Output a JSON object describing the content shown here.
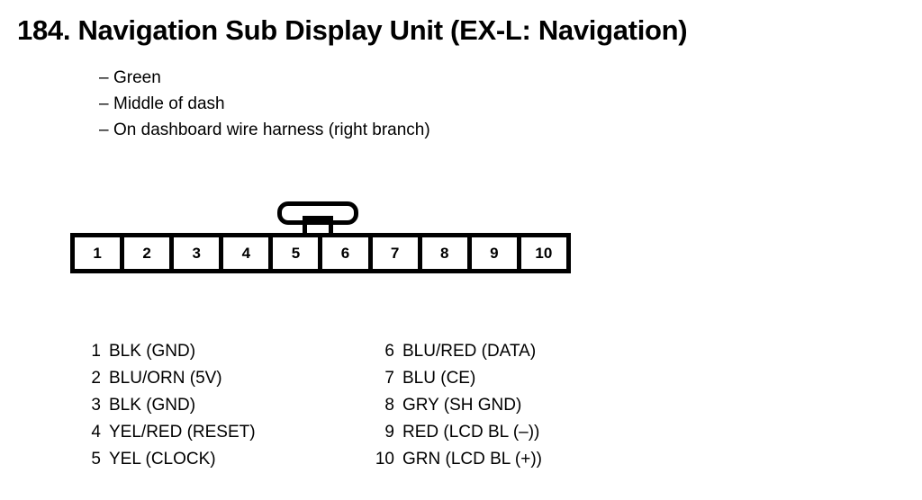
{
  "document": {
    "title": "184. Navigation Sub Display Unit (EX-L: Navigation)",
    "background_color": "#ffffff",
    "ink_color": "#000000"
  },
  "notes": {
    "bullet_marker": "–",
    "items": [
      {
        "text": "Green"
      },
      {
        "text": "Middle of dash"
      },
      {
        "text": "On dashboard wire harness (right branch)"
      }
    ]
  },
  "connector": {
    "type": "10-pin inline connector",
    "lock_tab": "locking-tab",
    "pin_count": 10,
    "pins": [
      {
        "number": "1"
      },
      {
        "number": "2"
      },
      {
        "number": "3"
      },
      {
        "number": "4"
      },
      {
        "number": "5"
      },
      {
        "number": "6"
      },
      {
        "number": "7"
      },
      {
        "number": "8"
      },
      {
        "number": "9"
      },
      {
        "number": "10"
      }
    ]
  },
  "legend": {
    "left_column": [
      {
        "number": "1",
        "label": "BLK (GND)"
      },
      {
        "number": "2",
        "label": "BLU/ORN (5V)"
      },
      {
        "number": "3",
        "label": "BLK (GND)"
      },
      {
        "number": "4",
        "label": "YEL/RED (RESET)"
      },
      {
        "number": "5",
        "label": "YEL (CLOCK)"
      }
    ],
    "right_column": [
      {
        "number": "6",
        "label": "BLU/RED (DATA)"
      },
      {
        "number": "7",
        "label": "BLU (CE)"
      },
      {
        "number": "8",
        "label": "GRY (SH GND)"
      },
      {
        "number": "9",
        "label": "RED (LCD BL (–))"
      },
      {
        "number": "10",
        "label": "GRN (LCD BL (+))"
      }
    ]
  }
}
